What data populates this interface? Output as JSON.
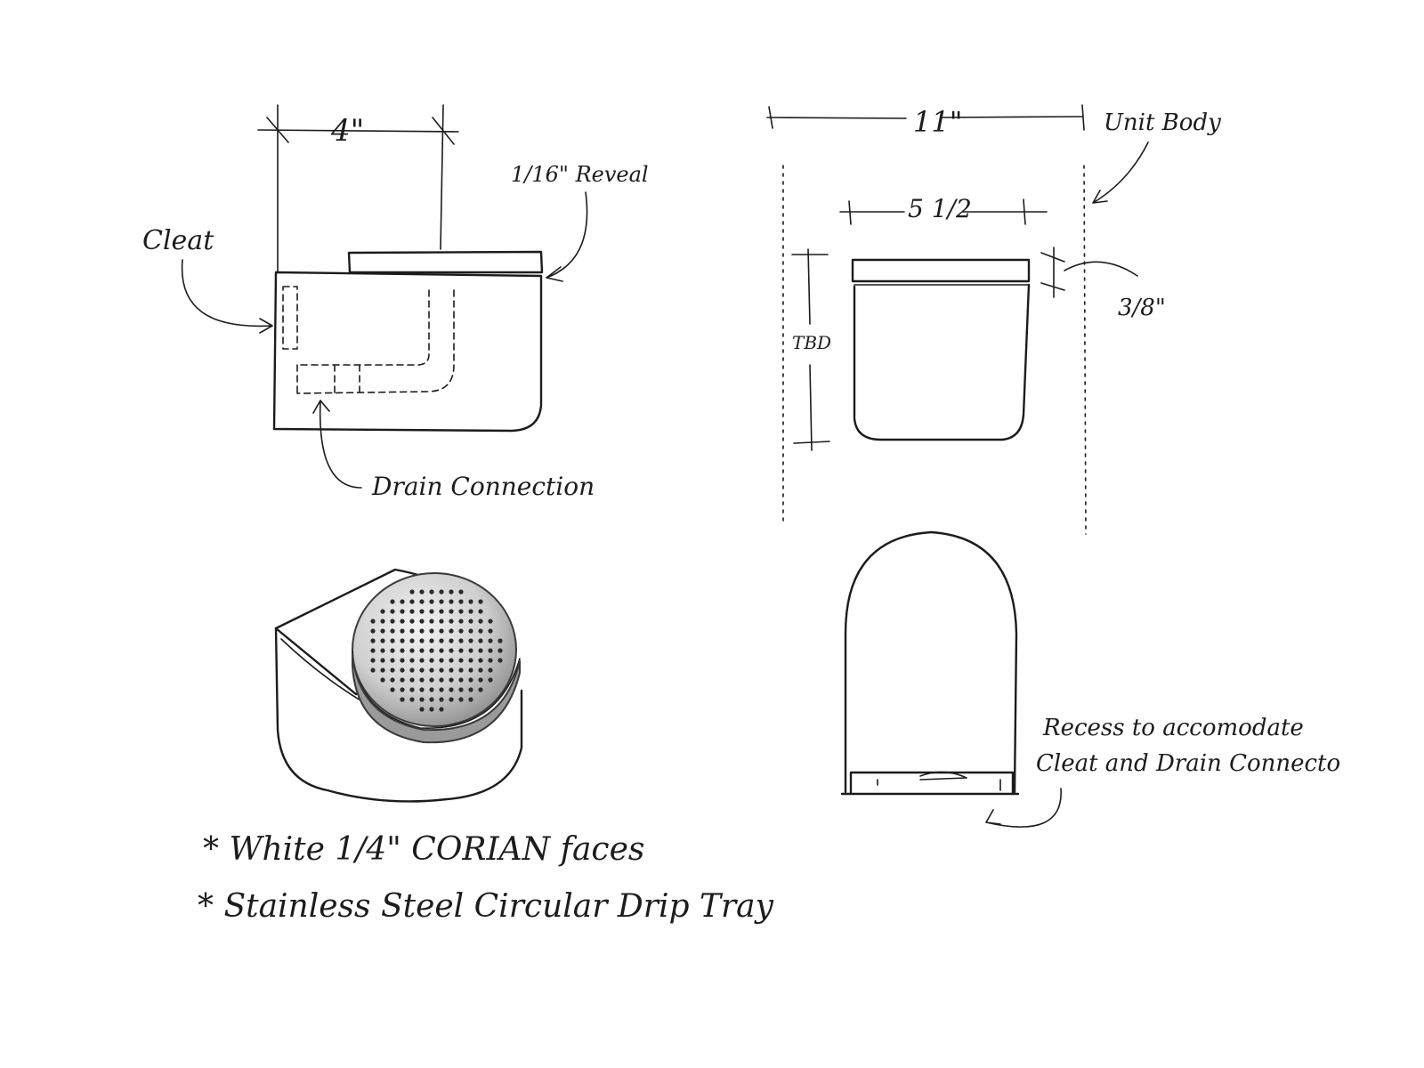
{
  "colors": {
    "ink": "#1c1c1c",
    "steel_light": "#e8e8e8",
    "steel_dark": "#8e8e8e",
    "paper": "#ffffff"
  },
  "side_view": {
    "dim_width": "4\"",
    "reveal_label": "1/16\" Reveal",
    "cleat_label": "Cleat",
    "drain_label": "Drain Connection"
  },
  "front_view": {
    "dim_overall": "11\"",
    "unit_body_label": "Unit Body",
    "dim_inner": "5 1/2",
    "dim_tray": "3/8\"",
    "dim_height": "TBD"
  },
  "back_view": {
    "recess_line1": "Recess to accomodate",
    "recess_line2": "Cleat and Drain Connecto"
  },
  "notes": {
    "item1": "* White 1/4\" CORIAN faces",
    "item2": "* Stainless Steel Circular Drip Tray"
  }
}
